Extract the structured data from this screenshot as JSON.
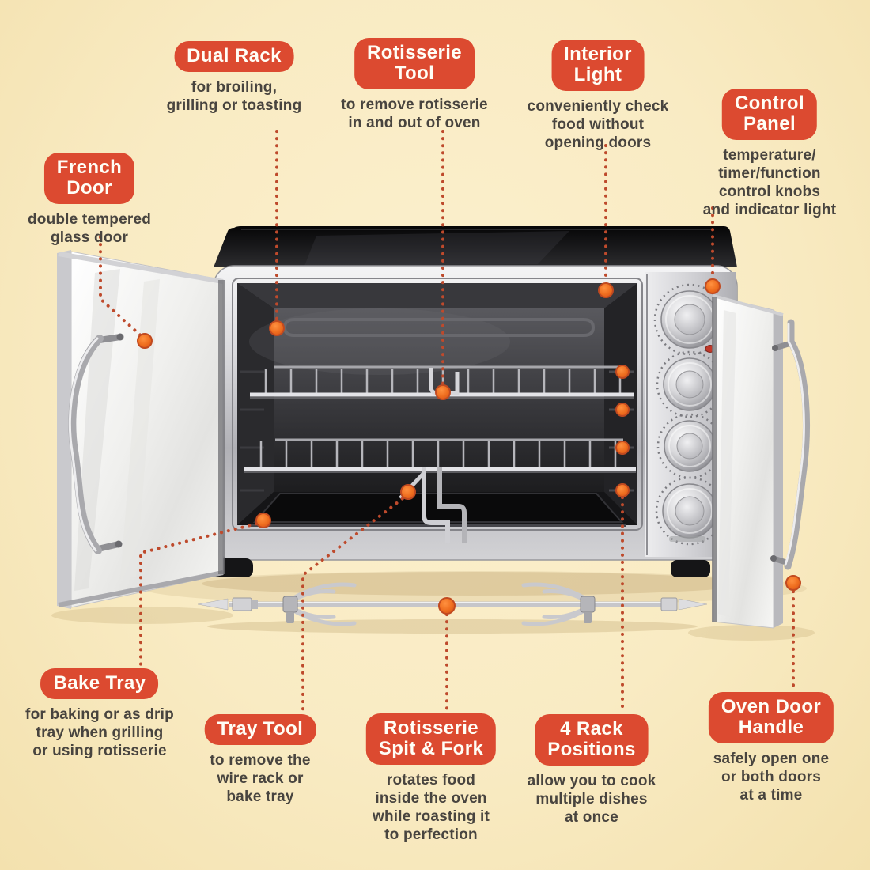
{
  "theme": {
    "background": "#F9EBC3",
    "pill_background": "#DC4A30",
    "pill_text": "#FFFFFF",
    "body_text": "#48443F",
    "connector_dots": "#BE4A2C",
    "marker_orange": "#EE6D1E"
  },
  "callouts": [
    {
      "name": "french-door",
      "label": "French\nDoor",
      "description": "double tempered\nglass door"
    },
    {
      "name": "dual-rack",
      "label": "Dual Rack",
      "description": "for broiling,\ngrilling or toasting"
    },
    {
      "name": "rotisserie-tool",
      "label": "Rotisserie\nTool",
      "description": "to remove rotisserie\nin and out of oven"
    },
    {
      "name": "interior-light",
      "label": "Interior\nLight",
      "description": "conveniently check\nfood without\nopening doors"
    },
    {
      "name": "control-panel",
      "label": "Control\nPanel",
      "description": "temperature/\ntimer/function\ncontrol knobs\nand indicator light"
    },
    {
      "name": "bake-tray",
      "label": "Bake Tray",
      "description": "for baking or as drip\ntray when grilling\nor using rotisserie"
    },
    {
      "name": "tray-tool",
      "label": "Tray Tool",
      "description": "to remove the\nwire rack or\nbake tray"
    },
    {
      "name": "rotisserie-spit-fork",
      "label": "Rotisserie\nSpit & Fork",
      "description": "rotates food\ninside the oven\nwhile roasting it\nto perfection"
    },
    {
      "name": "rack-positions",
      "label": "4 Rack\nPositions",
      "description": "allow you to cook\nmultiple dishes\nat once"
    },
    {
      "name": "oven-door-handle",
      "label": "Oven Door\nHandle",
      "description": "safely open one\nor both doors\nat a time"
    }
  ]
}
